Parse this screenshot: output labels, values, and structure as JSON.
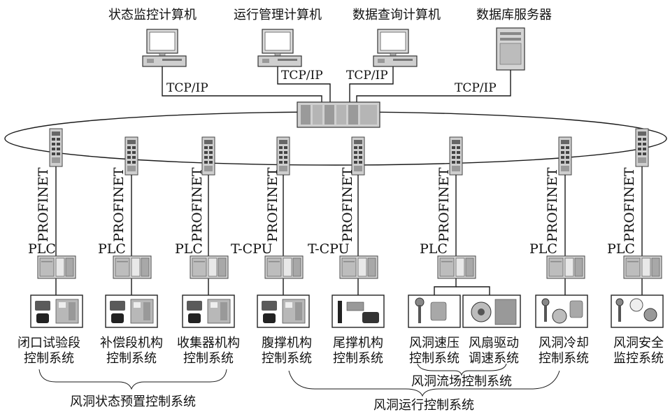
{
  "computers": [
    {
      "label": "状态监控计算机"
    },
    {
      "label": "运行管理计算机"
    },
    {
      "label": "数据查询计算机"
    },
    {
      "label": "数据库服务器"
    }
  ],
  "tcp_labels": [
    "TCP/IP",
    "TCP/IP",
    "TCP/IP",
    "TCP/IP"
  ],
  "profinet_label": "PROFINET",
  "controllers": [
    {
      "type": "PLC"
    },
    {
      "type": "PLC"
    },
    {
      "type": "PLC"
    },
    {
      "type": "T-CPU"
    },
    {
      "type": "T-CPU"
    },
    {
      "type": "PLC"
    },
    {
      "type": "PLC"
    },
    {
      "type": "PLC"
    }
  ],
  "systems": [
    {
      "line1": "闭口试验段",
      "line2": "控制系统"
    },
    {
      "line1": "补偿段机构",
      "line2": "控制系统"
    },
    {
      "line1": "收集器机构",
      "line2": "控制系统"
    },
    {
      "line1": "腹撑机构",
      "line2": "控制系统"
    },
    {
      "line1": "尾撑机构",
      "line2": "控制系统"
    },
    {
      "line1": "风洞速压",
      "line2": "控制系统"
    },
    {
      "line1": "风扇驱动",
      "line2": "调速系统"
    },
    {
      "line1": "风洞冷却",
      "line2": "控制系统"
    },
    {
      "line1": "风洞安全",
      "line2": "监控系统"
    }
  ],
  "groups": {
    "preset": "风洞状态预置控制系统",
    "flow": "风洞流场控制系统",
    "run": "风洞运行控制系统"
  },
  "colors": {
    "device_fill": "#d9d9d9",
    "device_dark": "#8a8a8a",
    "line": "#1a1a1a"
  }
}
